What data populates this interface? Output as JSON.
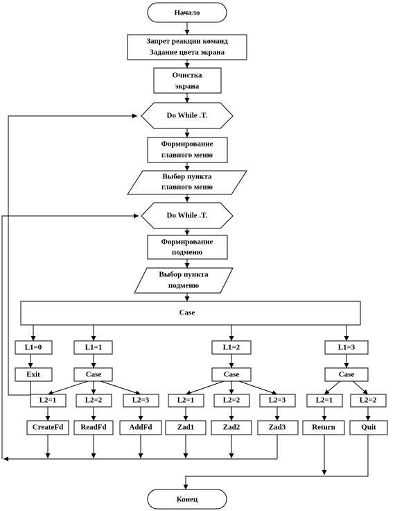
{
  "flowchart": {
    "start": "Начало",
    "init_line1": "Запрет реакции команд",
    "init_line2": "Задание цвета экрана",
    "clear_line1": "Очистка",
    "clear_line2": "экрана",
    "loop_outer": "Do While .T.",
    "main_menu_line1": "Формирование",
    "main_menu_line2": "главного меню",
    "choose_main_line1": "Выбор пункта",
    "choose_main_line2": "главного меню",
    "loop_inner": "Do While .T.",
    "submenu_line1": "Формирование",
    "submenu_line2": "подменю",
    "choose_sub_line1": "Выбор пункта",
    "choose_sub_line2": "подменю",
    "case_main": "Case",
    "l1_0": "L1=0",
    "l1_1": "L1=1",
    "l1_2": "L1=2",
    "l1_3": "L1=3",
    "exit": "Exit",
    "case_1": "Case",
    "case_2": "Case",
    "case_3": "Case",
    "b1_l2_1": "L2=1",
    "b1_l2_2": "L2=2",
    "b1_l2_3": "L2=3",
    "b2_l2_1": "L2=1",
    "b2_l2_2": "L2=2",
    "b2_l2_3": "L2=3",
    "b3_l2_1": "L2=1",
    "b3_l2_2": "L2=2",
    "createfd": "CreateFd",
    "readfd": "ReadFd",
    "addfd": "AddFd",
    "zad1": "Zad1",
    "zad2": "Zad2",
    "zad3": "Zad3",
    "return": "Return",
    "quit": "Quit",
    "end": "Конец"
  }
}
